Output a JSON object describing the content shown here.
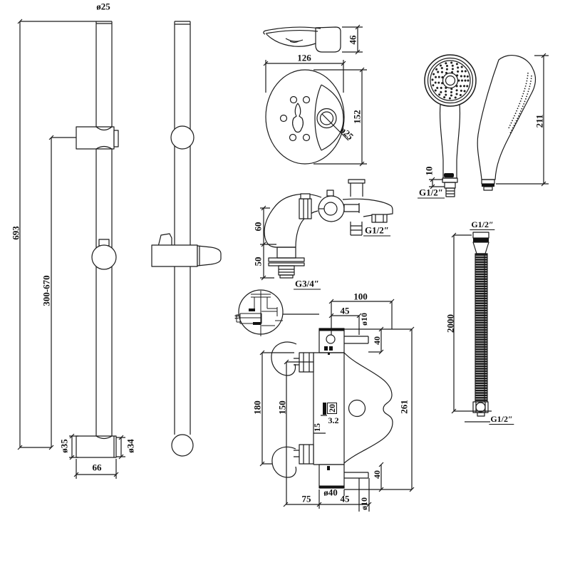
{
  "rail_front": {
    "top_diameter": "ø25",
    "overall_height": "693",
    "adjust_range": "300-670",
    "base_left_diameter": "ø35",
    "base_right_diameter": "ø34",
    "base_width": "66"
  },
  "soap_dish": {
    "bracket_depth": "46",
    "width": "126",
    "height": "152",
    "hole_diameter": "ø25"
  },
  "handset": {
    "connector_height": "10",
    "inlet_thread": "G1/2″",
    "side_length": "211"
  },
  "filler": {
    "upper_height": "60",
    "lower_height": "50",
    "outlet_thread": "G1/2″",
    "shank_thread": "G3/4″"
  },
  "hose": {
    "top_thread": "G1/2″",
    "length": "2000",
    "bottom_thread": "G1/2″"
  },
  "mixer": {
    "top_width": "100",
    "top_inset": "45",
    "top_inlet_diameter": "ø10",
    "top_drop": "40",
    "left_span": "180",
    "center_span": "150",
    "body_height": "261",
    "cartridge_width": "20",
    "plate_thickness": "3.2",
    "notch_depth": "15",
    "bottom_drop": "40",
    "base_diameter": "ø40",
    "bottom_left_offset": "75",
    "bottom_right_offset": "45",
    "bottom_inlet_diameter": "ø10"
  },
  "detail": {
    "cartridge_dim": "10"
  }
}
